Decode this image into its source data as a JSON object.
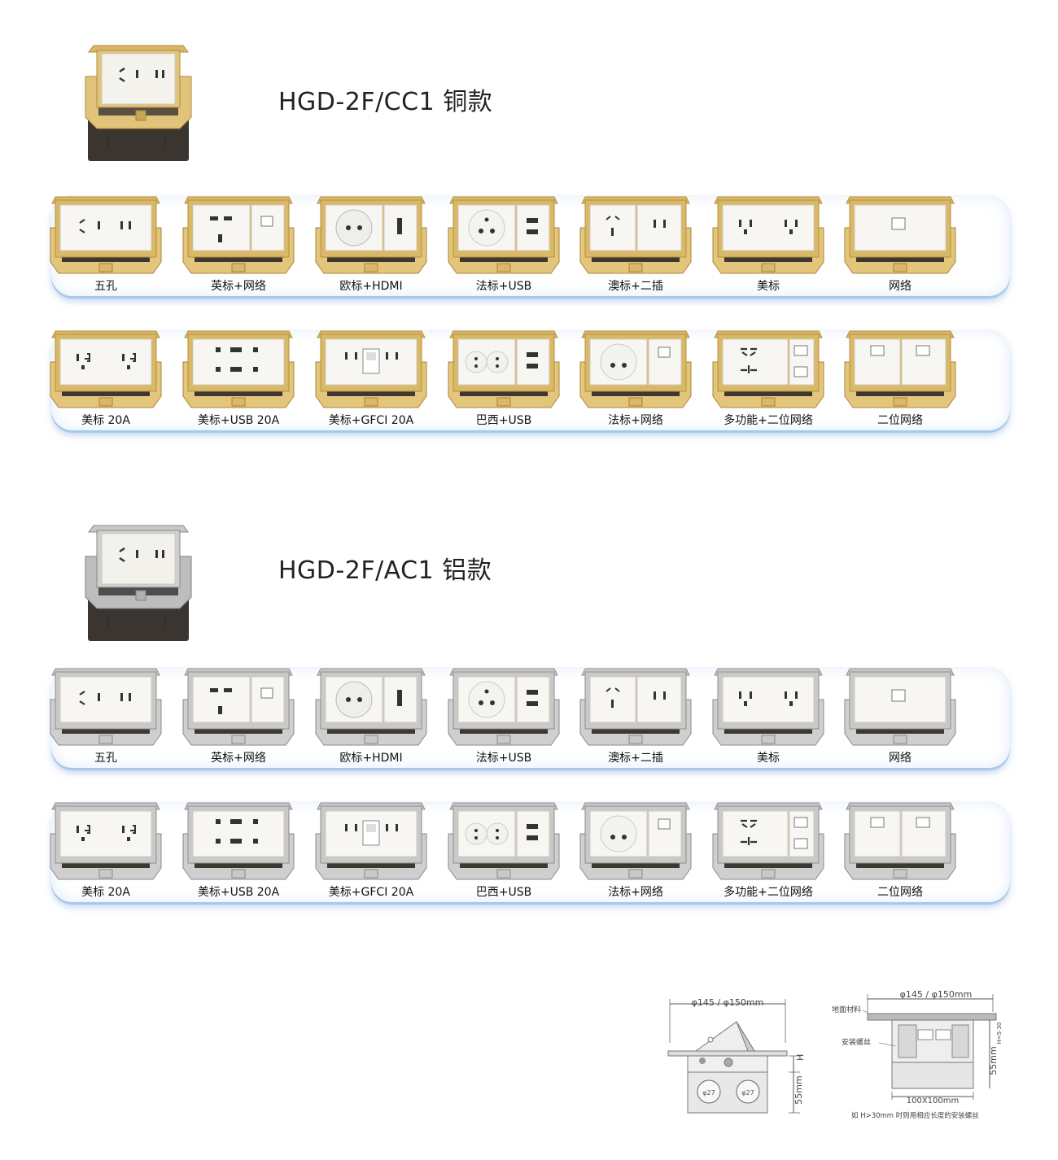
{
  "series": [
    {
      "title": "HGD-2F/CC1 铜款",
      "finish": "copper",
      "colors": {
        "lid": "#d9b867",
        "lid_dark": "#b8913c",
        "frame": "#e3c67c",
        "frame_dark": "#a8843a"
      },
      "rows": [
        [
          "五孔",
          "英标+网络",
          "欧标+HDMI",
          "法标+USB",
          "澳标+二插",
          "美标",
          "网络"
        ],
        [
          "美标 20A",
          "美标+USB 20A",
          "美标+GFCI 20A",
          "巴西+USB",
          "法标+网络",
          "多功能+二位网络",
          "二位网络"
        ]
      ]
    },
    {
      "title": "HGD-2F/AC1 铝款",
      "finish": "aluminium",
      "colors": {
        "lid": "#c9c9c9",
        "lid_dark": "#8e8e8e",
        "frame": "#cfcfcf",
        "frame_dark": "#8a8a8a"
      },
      "rows": [
        [
          "五孔",
          "英标+网络",
          "欧标+HDMI",
          "法标+USB",
          "澳标+二插",
          "美标",
          "网络"
        ],
        [
          "美标 20A",
          "美标+USB 20A",
          "美标+GFCI 20A",
          "巴西+USB",
          "法标+网络",
          "多功能+二位网络",
          "二位网络"
        ]
      ]
    }
  ],
  "drawing_left": {
    "dimension_top": "φ145 / φ150mm",
    "height_label": "55mm",
    "h_label": "H",
    "knockout_a": "φ27",
    "knockout_b": "φ27"
  },
  "drawing_right": {
    "dimension_top": "φ145 / φ150mm",
    "floor_material": "地面材料",
    "screws": "安装螺丝",
    "height_label": "55mm",
    "h_range": "H=5-30",
    "bottom_size": "100X100mm",
    "note": "如 H>30mm 时则用相应长度的安装螺丝"
  }
}
